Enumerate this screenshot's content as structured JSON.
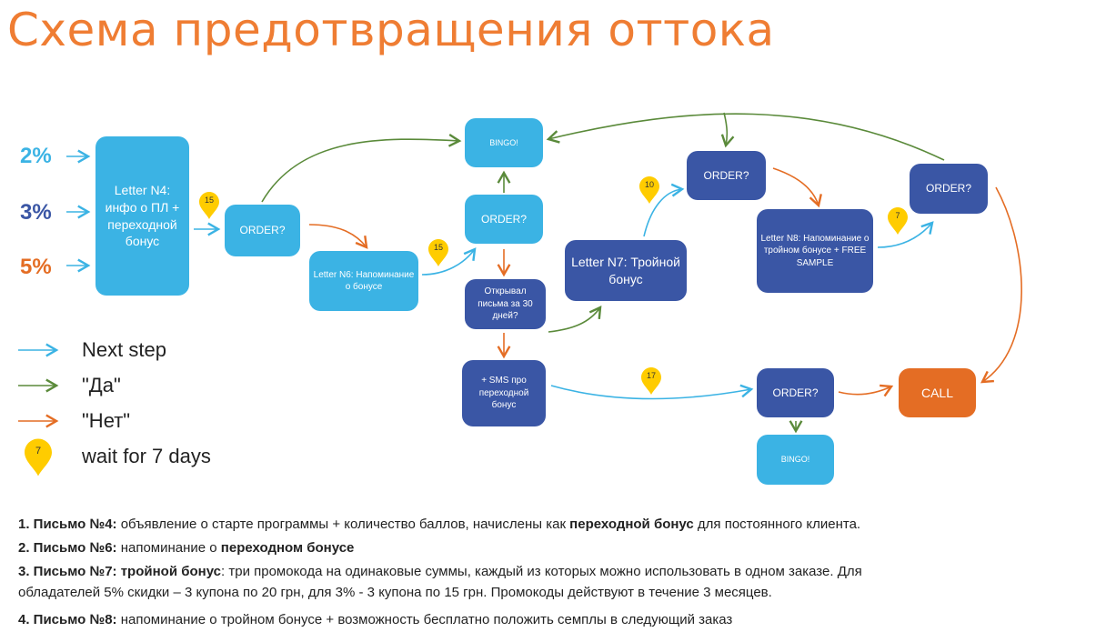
{
  "title": "Схема предотвращения оттока",
  "percents": [
    "2%",
    "3%",
    "5%"
  ],
  "colors": {
    "title": "#ef7d33",
    "light_blue": "#3bb3e4",
    "dark_blue": "#3a56a5",
    "orange": "#e46d24",
    "green": "#5a8a3a",
    "pin": "#ffcc00"
  },
  "boxes": {
    "letter4": "Letter N4: инфо о ПЛ + переходной бонус",
    "order1": "ORDER?",
    "letter6": "Letter N6: Напоминание о бонусе",
    "bingo_top": "BINGO!",
    "order2": "ORDER?",
    "opened": "Открывал письма за 30 дней?",
    "sms": "+ SMS про переходной бонус",
    "letter7": "Letter N7: Тройной бонус",
    "order3": "ORDER?",
    "letter8": "Letter N8: Напоминание о тройном бонусе + FREE SAMPLE",
    "order4": "ORDER?",
    "order5": "ORDER?",
    "call": "CALL",
    "bingo_bottom": "BINGO!"
  },
  "pins": [
    "15",
    "15",
    "10",
    "7",
    "17"
  ],
  "legend": {
    "next": "Next step",
    "yes": "\"Да\"",
    "no": "\"Нет\"",
    "wait_pin": "7",
    "wait": "wait for 7 days"
  },
  "notes": [
    {
      "b1": "1. Письмо №4:",
      "t1": " объявление о старте программы + количество баллов, начислены как ",
      "b2": "переходной бонус",
      "t2": " для постоянного клиента."
    },
    {
      "b1": "2. Письмо №6:",
      "t1": " напоминание о ",
      "b2": "переходном бонусе",
      "t2": ""
    },
    {
      "b1": "3. Письмо №7: тройной бонус",
      "t1": ": три промокода на одинаковые суммы, каждый из которых можно использовать в одном заказе. Для"
    },
    {
      "t1": "обладателей 5% скидки – 3 купона по 20 грн, для 3% - 3 купона по 15 грн. Промокоды действуют в течение 3 месяцев."
    },
    {
      "b1": "4. Письмо №8:",
      "t1": " напоминание о тройном бонусе + возможность бесплатно положить семплы в следующий заказ"
    }
  ]
}
